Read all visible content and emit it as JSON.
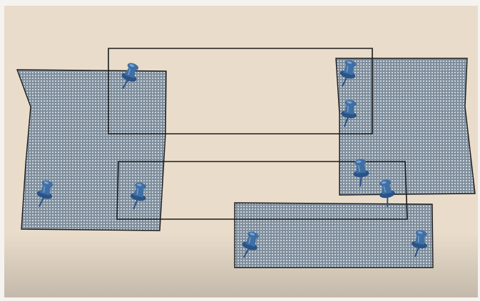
{
  "diagram": {
    "colors": {
      "frame": "#f5f3f0",
      "paper": "#e9dccb",
      "outline": "#1c1c1c",
      "patternFill": "#7f8e9c",
      "patternDot": "#e4e9ef",
      "pin": "#3e6fa6",
      "pinDark": "#2a5387",
      "pinLight": "#8fb3dc"
    },
    "shapes": [
      {
        "id": "patterned-panel-left",
        "kind": "patterned",
        "pins": 3
      },
      {
        "id": "patterned-panel-right",
        "kind": "patterned",
        "pins": 3
      },
      {
        "id": "patterned-strip-bottom",
        "kind": "patterned",
        "pins": 3
      },
      {
        "id": "outline-rect-top",
        "kind": "outline",
        "pins": 0
      },
      {
        "id": "outline-rect-middle",
        "kind": "outline",
        "pins": 0
      }
    ],
    "pin_count": 9,
    "pin_icon": "push-pin-icon"
  }
}
